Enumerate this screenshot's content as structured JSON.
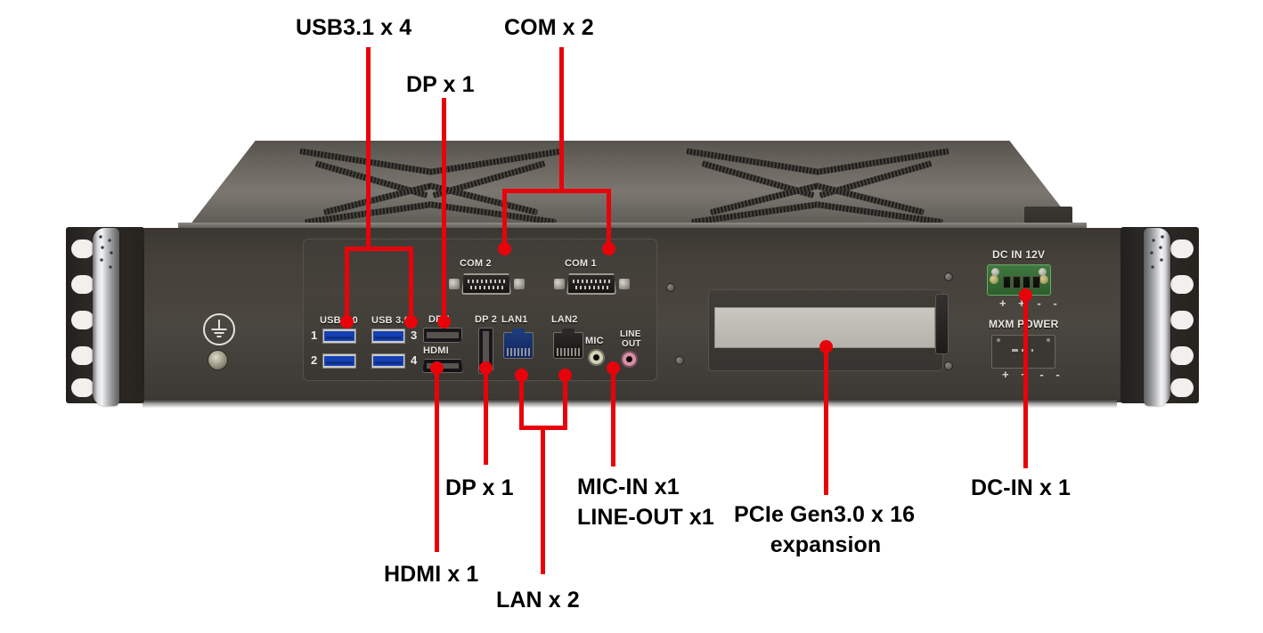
{
  "diagram": {
    "subject": "Rack-mount embedded computer rear I/O panel",
    "accent_color": "#e8030b",
    "chassis_color": "#453f39",
    "background_color": "#ffffff"
  },
  "callouts": [
    {
      "id": "usb31",
      "label": "USB3.1 x 4"
    },
    {
      "id": "dp_top",
      "label": "DP x 1"
    },
    {
      "id": "com",
      "label": "COM x 2"
    },
    {
      "id": "dp_bottom",
      "label": "DP x 1"
    },
    {
      "id": "hdmi",
      "label": "HDMI x 1"
    },
    {
      "id": "lan",
      "label": "LAN x 2"
    },
    {
      "id": "mic",
      "label": "MIC-IN x1"
    },
    {
      "id": "lineout",
      "label": "LINE-OUT x1"
    },
    {
      "id": "pcie_l1",
      "label": "PCIe Gen3.0 x 16"
    },
    {
      "id": "pcie_l2",
      "label": "expansion"
    },
    {
      "id": "dcin",
      "label": "DC-IN x 1"
    }
  ],
  "io_panel": {
    "usb_group_left_label": "USB 3.0",
    "usb_group_right_label": "USB 3.0",
    "usb_port_numbers": [
      "1",
      "2",
      "3",
      "4"
    ],
    "dp1_label": "DP 1",
    "dp2_label": "DP 2",
    "hdmi_label": "HDMI",
    "lan1_label": "LAN1",
    "lan2_label": "LAN2",
    "mic_label": "MIC",
    "lineout_label_line1": "LINE",
    "lineout_label_line2": "OUT",
    "com1_label": "COM 1",
    "com2_label": "COM 2"
  },
  "power_panel": {
    "dcin_label": "DC IN 12V",
    "dcin_polarity": "+ + - -",
    "mxm_label": "MXM POWER",
    "mxm_polarity": "+ + - -"
  }
}
